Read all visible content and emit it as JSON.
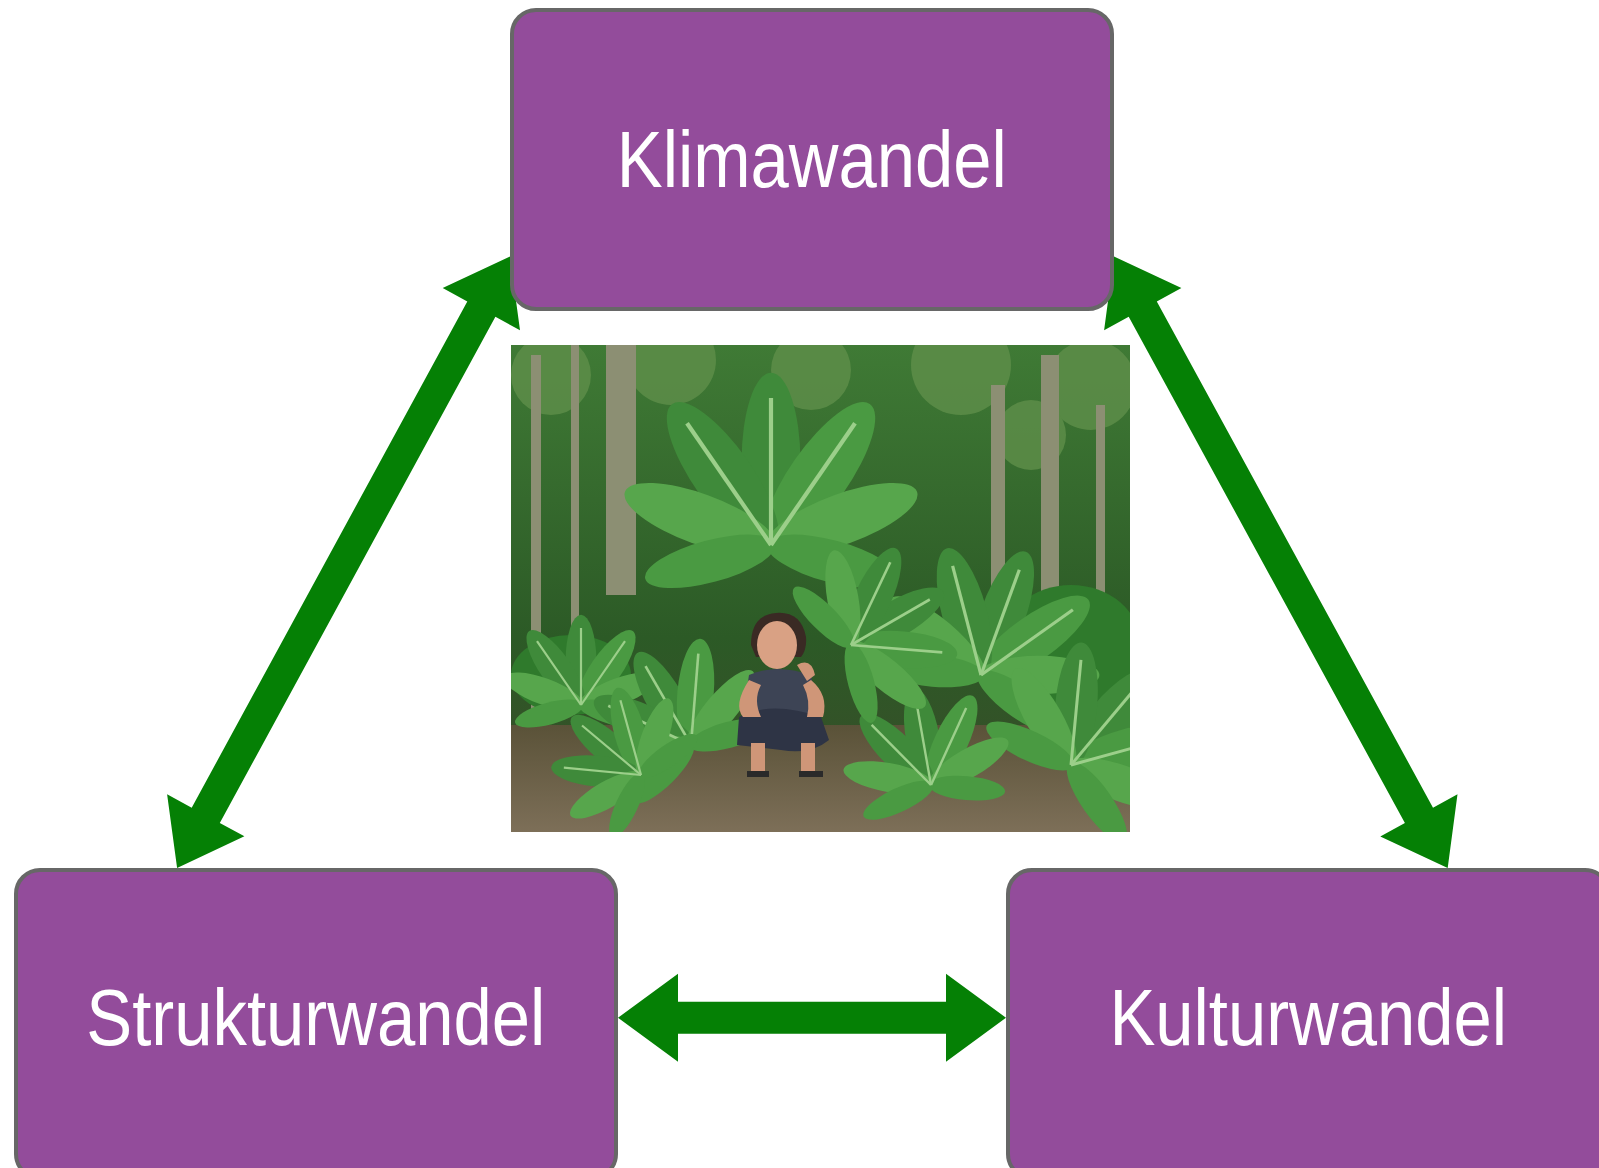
{
  "diagram": {
    "nodes": [
      {
        "text": [
          "Klimawandel"
        ]
      },
      {
        "text": [
          "Strukturwandel"
        ]
      },
      {
        "text": [
          "Kulturwandel"
        ]
      }
    ],
    "edges": [
      {
        "from": 0,
        "to": 1,
        "arrow": "both"
      },
      {
        "from": 0,
        "to": 2,
        "arrow": "both"
      },
      {
        "from": 1,
        "to": 2,
        "arrow": "both"
      }
    ]
  }
}
